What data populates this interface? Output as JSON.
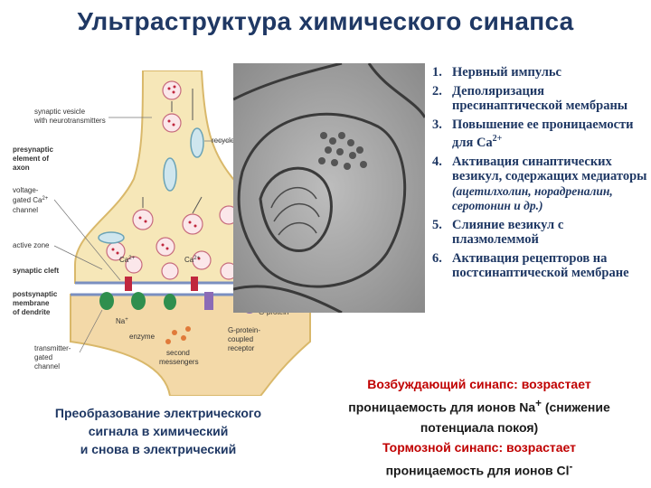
{
  "title": "Ультраструктура химического синапса",
  "diagram_labels": {
    "synaptic_vesicle": "synaptic vesicle",
    "synaptic_vesicle_2": "with neurotransmitters",
    "presynaptic_1": "presynaptic",
    "presynaptic_2": "element of",
    "presynaptic_3": "axon",
    "voltage_1": "voltage-",
    "voltage_2": "gated Ca",
    "voltage_sup": "2+",
    "voltage_3": "channel",
    "active_zone": "active zone",
    "synaptic_cleft": "synaptic  cleft",
    "postsynaptic_1": "postsynaptic",
    "postsynaptic_2": "membrane",
    "postsynaptic_3": "of dendrite",
    "transmitter_1": "transmitter-",
    "transmitter_2": "gated",
    "transmitter_3": "channel",
    "recycle": "recycle",
    "ca_left": "Ca",
    "ca_right": "Ca",
    "ca_sup": "2+",
    "na": "Na",
    "na_sup": "+",
    "enzyme": "enzyme",
    "second_1": "second",
    "second_2": "messengers",
    "gprot_1": "G-protein-",
    "gprot_2": "coupled",
    "gprot_3": "receptor",
    "gprotein": "G-protein"
  },
  "steps": [
    {
      "num": "1.",
      "text": "Нервный импульс"
    },
    {
      "num": "2.",
      "text": "Деполяризация пресинаптической мембраны"
    },
    {
      "num": "3.",
      "text": "Повышение ее проницаемости для Ca",
      "sup": "2+"
    },
    {
      "num": "4.",
      "text": "Активация синаптических везикул, содержащих медиаторы",
      "note": "(ацетилхолин, норадреналин, серотонин и др.)"
    },
    {
      "num": "5.",
      "text": "Слияние везикул с плазмолеммой"
    },
    {
      "num": "6.",
      "text": "Активация рецепторов на постсинаптической мембране"
    }
  ],
  "caption_left": {
    "line1": "Преобразование электрического",
    "line2": "сигнала в химический",
    "line3": "и снова в электрический"
  },
  "caption_right": {
    "exc_label": "Возбуждающий синапс",
    "exc_text1": ": возрастает",
    "exc_text2": "проницаемость для ионов Na",
    "exc_sup": "+",
    "exc_text3": " (снижение",
    "exc_text4": "потенциала покоя)",
    "inh_label": "Тормозной синапс",
    "inh_text1": ": возрастает",
    "inh_text2": "проницаемость для ионов Cl",
    "inh_sup": "-"
  },
  "colors": {
    "title": "#1f3864",
    "accent_red": "#c00000",
    "axon_fill": "#f6e7b8",
    "dendrite_fill": "#f3d9a8"
  }
}
